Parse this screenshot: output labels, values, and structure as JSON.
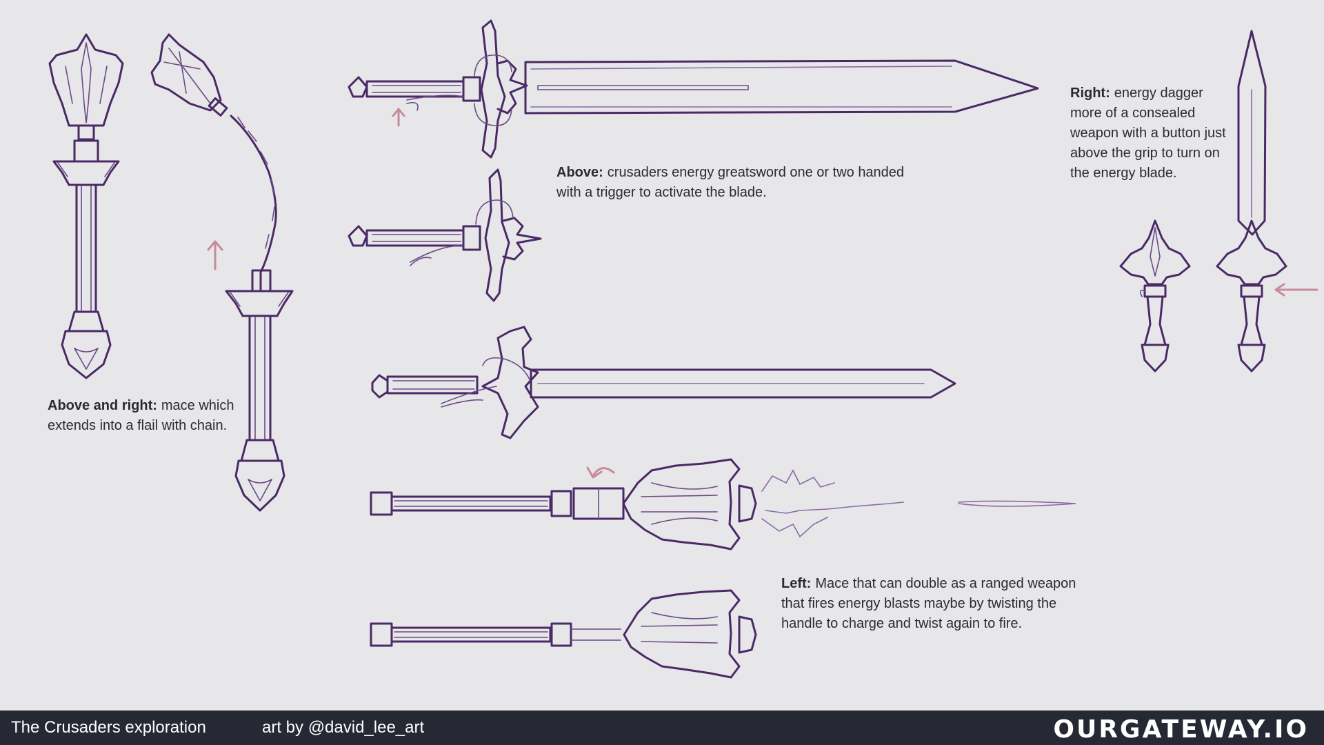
{
  "notes": {
    "mace": {
      "bold": "Above and right:",
      "text": "mace which extends into a flail with chain."
    },
    "greatsword": {
      "bold": "Above:",
      "text": "crusaders energy greatsword one or two handed with a trigger to activate the blade."
    },
    "dagger": {
      "bold": "Right:",
      "text": "energy dagger more of a consealed weapon with a button just above the grip to turn on the energy blade."
    },
    "ranged_mace": {
      "bold": "Left:",
      "text": "Mace that can double as a ranged weapon that fires energy blasts maybe by twisting the handle to charge and twist again to fire."
    }
  },
  "footer": {
    "title": "The Crusaders exploration",
    "credit": "art by @david_lee_art",
    "logo": "OURGATEWAY.IO"
  },
  "colors": {
    "background": "#e7e6e8",
    "ink": "#4a2a66",
    "arrow": "#c98a9a",
    "footer": "#262833"
  }
}
